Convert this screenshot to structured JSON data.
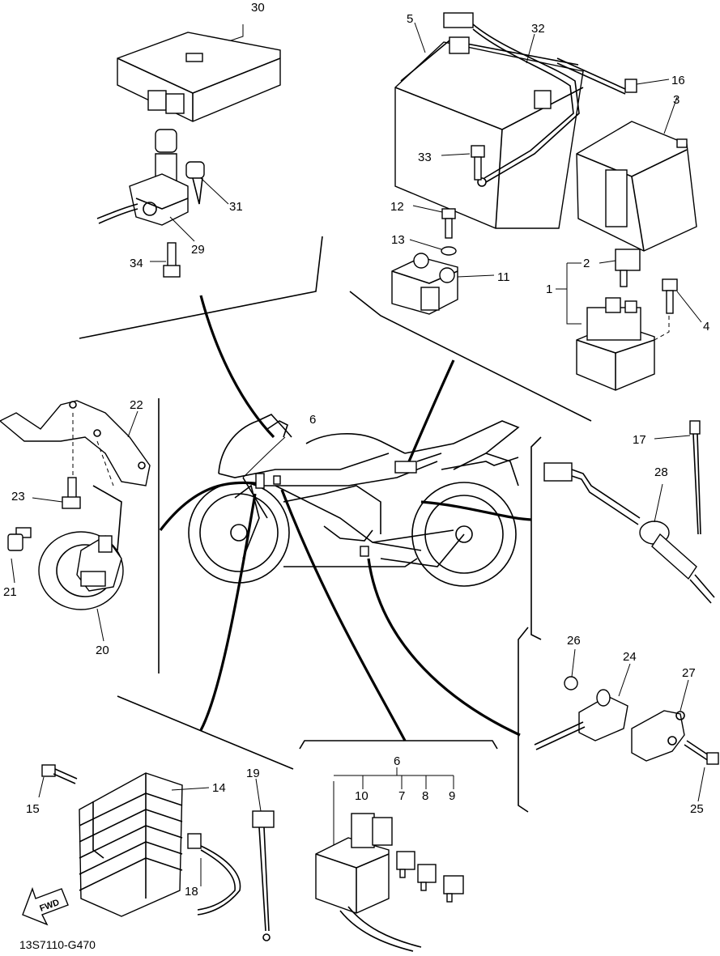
{
  "diagram": {
    "code": "13S7110-G470",
    "fwd_label": "FWD",
    "labels": {
      "p1": "1",
      "p2": "2",
      "p3": "3",
      "p4": "4",
      "p5": "5",
      "p6a": "6",
      "p6b": "6",
      "p7": "7",
      "p8": "8",
      "p9": "9",
      "p10": "10",
      "p11": "11",
      "p12": "12",
      "p13": "13",
      "p14": "14",
      "p15": "15",
      "p16": "16",
      "p17": "17",
      "p18": "18",
      "p19": "19",
      "p20": "20",
      "p21": "21",
      "p22": "22",
      "p23": "23",
      "p24": "24",
      "p25": "25",
      "p26": "26",
      "p27": "27",
      "p28": "28",
      "p29": "29",
      "p30": "30",
      "p31": "31",
      "p32": "32",
      "p33": "33",
      "p34": "34"
    }
  }
}
